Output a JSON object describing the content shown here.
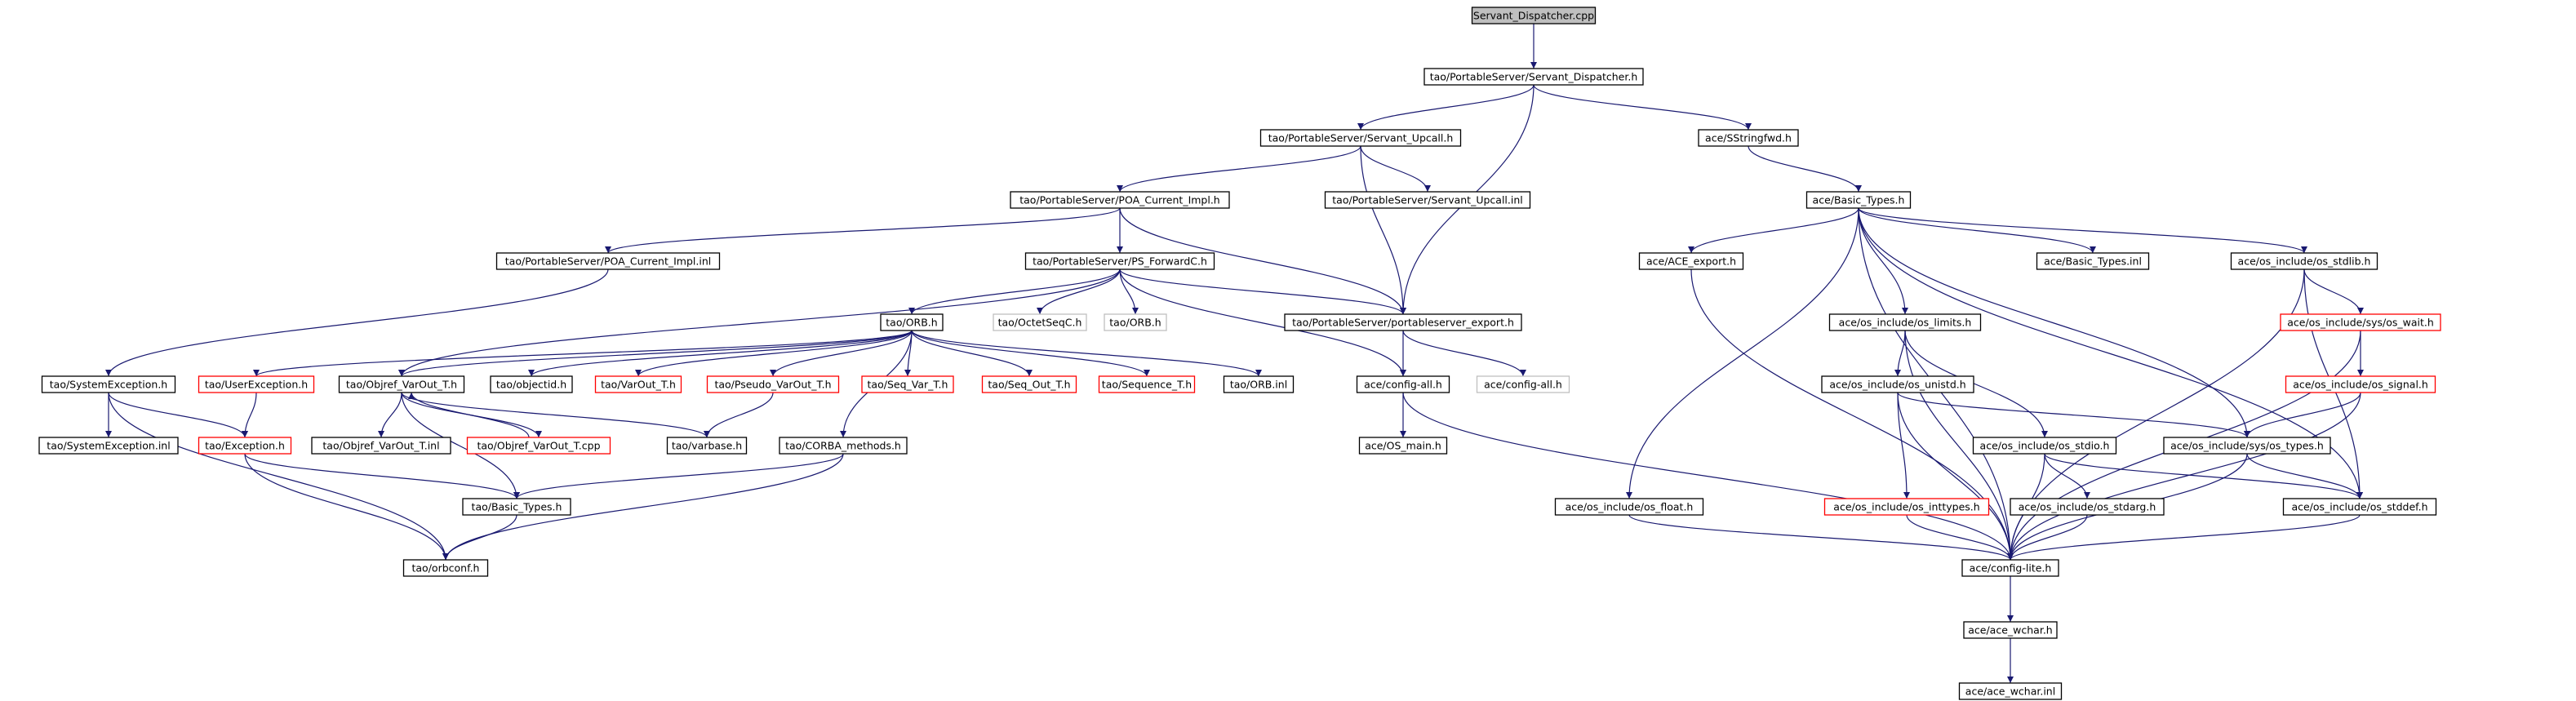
{
  "diagram": {
    "title": "",
    "palette": {
      "edge": "#191970",
      "normal_border": "#000000",
      "truncated_border": "#ff0000",
      "external_border": "#bfbfbf",
      "root_fill": "#bfbfbf",
      "fill": "#ffffff"
    },
    "nodes": [
      {
        "id": "n_root",
        "label": "Servant_Dispatcher.cpp",
        "style": "root"
      },
      {
        "id": "n_sd_h",
        "label": "tao/PortableServer/Servant_Dispatcher.h",
        "style": "normal"
      },
      {
        "id": "n_su_h",
        "label": "tao/PortableServer/Servant_Upcall.h",
        "style": "normal"
      },
      {
        "id": "n_ssfwd",
        "label": "ace/SStringfwd.h",
        "style": "normal"
      },
      {
        "id": "n_pci_h",
        "label": "tao/PortableServer/POA_Current_Impl.h",
        "style": "normal"
      },
      {
        "id": "n_su_inl",
        "label": "tao/PortableServer/Servant_Upcall.inl",
        "style": "normal"
      },
      {
        "id": "n_abt_h",
        "label": "ace/Basic_Types.h",
        "style": "normal"
      },
      {
        "id": "n_pci_inl",
        "label": "tao/PortableServer/POA_Current_Impl.inl",
        "style": "normal"
      },
      {
        "id": "n_psfc_h",
        "label": "tao/PortableServer/PS_ForwardC.h",
        "style": "normal"
      },
      {
        "id": "n_aceexp",
        "label": "ace/ACE_export.h",
        "style": "normal"
      },
      {
        "id": "n_abt_inl",
        "label": "ace/Basic_Types.inl",
        "style": "normal"
      },
      {
        "id": "n_stdlib",
        "label": "ace/os_include/os_stdlib.h",
        "style": "normal"
      },
      {
        "id": "n_orb_h",
        "label": "tao/ORB.h",
        "style": "normal"
      },
      {
        "id": "n_octet",
        "label": "tao/OctetSeqC.h",
        "style": "external"
      },
      {
        "id": "n_orb_h2",
        "label": "tao/ORB.h",
        "style": "external"
      },
      {
        "id": "n_psexp",
        "label": "tao/PortableServer/portableserver_export.h",
        "style": "normal"
      },
      {
        "id": "n_limits",
        "label": "ace/os_include/os_limits.h",
        "style": "normal"
      },
      {
        "id": "n_wait",
        "label": "ace/os_include/sys/os_wait.h",
        "style": "truncated"
      },
      {
        "id": "n_sysexc_h",
        "label": "tao/SystemException.h",
        "style": "normal"
      },
      {
        "id": "n_userexc",
        "label": "tao/UserException.h",
        "style": "truncated"
      },
      {
        "id": "n_ovo_h",
        "label": "tao/Objref_VarOut_T.h",
        "style": "normal"
      },
      {
        "id": "n_objectid",
        "label": "tao/objectid.h",
        "style": "normal"
      },
      {
        "id": "n_varout",
        "label": "tao/VarOut_T.h",
        "style": "truncated"
      },
      {
        "id": "n_pseudo",
        "label": "tao/Pseudo_VarOut_T.h",
        "style": "truncated"
      },
      {
        "id": "n_seqvar",
        "label": "tao/Seq_Var_T.h",
        "style": "truncated"
      },
      {
        "id": "n_seqout",
        "label": "tao/Seq_Out_T.h",
        "style": "truncated"
      },
      {
        "id": "n_seq_t",
        "label": "tao/Sequence_T.h",
        "style": "truncated"
      },
      {
        "id": "n_orb_inl",
        "label": "tao/ORB.inl",
        "style": "normal"
      },
      {
        "id": "n_configall",
        "label": "ace/config-all.h",
        "style": "normal"
      },
      {
        "id": "n_configall2",
        "label": "ace/config-all.h",
        "style": "external"
      },
      {
        "id": "n_unistd",
        "label": "ace/os_include/os_unistd.h",
        "style": "normal"
      },
      {
        "id": "n_signal",
        "label": "ace/os_include/os_signal.h",
        "style": "truncated"
      },
      {
        "id": "n_sysexc_inl",
        "label": "tao/SystemException.inl",
        "style": "normal"
      },
      {
        "id": "n_exc_h",
        "label": "tao/Exception.h",
        "style": "truncated"
      },
      {
        "id": "n_ovo_inl",
        "label": "tao/Objref_VarOut_T.inl",
        "style": "normal"
      },
      {
        "id": "n_ovo_cpp",
        "label": "tao/Objref_VarOut_T.cpp",
        "style": "truncated"
      },
      {
        "id": "n_varbase",
        "label": "tao/varbase.h",
        "style": "normal"
      },
      {
        "id": "n_corba",
        "label": "tao/CORBA_methods.h",
        "style": "normal"
      },
      {
        "id": "n_osmain",
        "label": "ace/OS_main.h",
        "style": "normal"
      },
      {
        "id": "n_stdio",
        "label": "ace/os_include/os_stdio.h",
        "style": "normal"
      },
      {
        "id": "n_systypes",
        "label": "ace/os_include/sys/os_types.h",
        "style": "normal"
      },
      {
        "id": "n_taobt",
        "label": "tao/Basic_Types.h",
        "style": "normal"
      },
      {
        "id": "n_float",
        "label": "ace/os_include/os_float.h",
        "style": "normal"
      },
      {
        "id": "n_inttypes",
        "label": "ace/os_include/os_inttypes.h",
        "style": "truncated"
      },
      {
        "id": "n_stdarg",
        "label": "ace/os_include/os_stdarg.h",
        "style": "normal"
      },
      {
        "id": "n_stddef",
        "label": "ace/os_include/os_stddef.h",
        "style": "normal"
      },
      {
        "id": "n_orbconf",
        "label": "tao/orbconf.h",
        "style": "normal"
      },
      {
        "id": "n_configlite",
        "label": "ace/config-lite.h",
        "style": "normal"
      },
      {
        "id": "n_wchar_h",
        "label": "ace/ace_wchar.h",
        "style": "normal"
      },
      {
        "id": "n_wchar_inl",
        "label": "ace/ace_wchar.inl",
        "style": "normal"
      }
    ],
    "edges": [
      {
        "from": "n_root",
        "to": "n_sd_h"
      },
      {
        "from": "n_sd_h",
        "to": "n_su_h"
      },
      {
        "from": "n_sd_h",
        "to": "n_ssfwd"
      },
      {
        "from": "n_sd_h",
        "to": "n_psexp"
      },
      {
        "from": "n_su_h",
        "to": "n_pci_h"
      },
      {
        "from": "n_su_h",
        "to": "n_su_inl"
      },
      {
        "from": "n_su_h",
        "to": "n_psexp"
      },
      {
        "from": "n_ssfwd",
        "to": "n_abt_h"
      },
      {
        "from": "n_pci_h",
        "to": "n_pci_inl"
      },
      {
        "from": "n_pci_h",
        "to": "n_psfc_h"
      },
      {
        "from": "n_pci_h",
        "to": "n_psexp"
      },
      {
        "from": "n_pci_inl",
        "to": "n_sysexc_h"
      },
      {
        "from": "n_psfc_h",
        "to": "n_orb_h"
      },
      {
        "from": "n_psfc_h",
        "to": "n_octet"
      },
      {
        "from": "n_psfc_h",
        "to": "n_orb_h2"
      },
      {
        "from": "n_psfc_h",
        "to": "n_psexp"
      },
      {
        "from": "n_psfc_h",
        "to": "n_ovo_h"
      },
      {
        "from": "n_psfc_h",
        "to": "n_configall"
      },
      {
        "from": "n_psexp",
        "to": "n_configall"
      },
      {
        "from": "n_psexp",
        "to": "n_configall2"
      },
      {
        "from": "n_abt_h",
        "to": "n_aceexp"
      },
      {
        "from": "n_abt_h",
        "to": "n_abt_inl"
      },
      {
        "from": "n_abt_h",
        "to": "n_stdlib"
      },
      {
        "from": "n_abt_h",
        "to": "n_limits"
      },
      {
        "from": "n_abt_h",
        "to": "n_float"
      },
      {
        "from": "n_abt_h",
        "to": "n_systypes"
      },
      {
        "from": "n_abt_h",
        "to": "n_configlite"
      },
      {
        "from": "n_abt_h",
        "to": "n_stddef"
      },
      {
        "from": "n_aceexp",
        "to": "n_configlite"
      },
      {
        "from": "n_stdlib",
        "to": "n_wait"
      },
      {
        "from": "n_stdlib",
        "to": "n_stddef"
      },
      {
        "from": "n_stdlib",
        "to": "n_configlite"
      },
      {
        "from": "n_wait",
        "to": "n_signal"
      },
      {
        "from": "n_wait",
        "to": "n_configlite"
      },
      {
        "from": "n_signal",
        "to": "n_systypes"
      },
      {
        "from": "n_signal",
        "to": "n_configlite"
      },
      {
        "from": "n_limits",
        "to": "n_unistd"
      },
      {
        "from": "n_limits",
        "to": "n_stdio"
      },
      {
        "from": "n_limits",
        "to": "n_configlite"
      },
      {
        "from": "n_unistd",
        "to": "n_systypes"
      },
      {
        "from": "n_unistd",
        "to": "n_inttypes"
      },
      {
        "from": "n_unistd",
        "to": "n_configlite"
      },
      {
        "from": "n_stdio",
        "to": "n_stdarg"
      },
      {
        "from": "n_stdio",
        "to": "n_stddef"
      },
      {
        "from": "n_stdio",
        "to": "n_configlite"
      },
      {
        "from": "n_systypes",
        "to": "n_stddef"
      },
      {
        "from": "n_systypes",
        "to": "n_configlite"
      },
      {
        "from": "n_inttypes",
        "to": "n_configlite"
      },
      {
        "from": "n_stdarg",
        "to": "n_configlite"
      },
      {
        "from": "n_stddef",
        "to": "n_configlite"
      },
      {
        "from": "n_float",
        "to": "n_configlite"
      },
      {
        "from": "n_configall",
        "to": "n_osmain"
      },
      {
        "from": "n_configall",
        "to": "n_configlite"
      },
      {
        "from": "n_configlite",
        "to": "n_wchar_h"
      },
      {
        "from": "n_wchar_h",
        "to": "n_wchar_inl"
      },
      {
        "from": "n_orb_h",
        "to": "n_userexc"
      },
      {
        "from": "n_orb_h",
        "to": "n_ovo_h"
      },
      {
        "from": "n_orb_h",
        "to": "n_objectid"
      },
      {
        "from": "n_orb_h",
        "to": "n_varout"
      },
      {
        "from": "n_orb_h",
        "to": "n_pseudo"
      },
      {
        "from": "n_orb_h",
        "to": "n_seqvar"
      },
      {
        "from": "n_orb_h",
        "to": "n_seqout"
      },
      {
        "from": "n_orb_h",
        "to": "n_seq_t"
      },
      {
        "from": "n_orb_h",
        "to": "n_orb_inl"
      },
      {
        "from": "n_orb_h",
        "to": "n_corba"
      },
      {
        "from": "n_sysexc_h",
        "to": "n_sysexc_inl"
      },
      {
        "from": "n_sysexc_h",
        "to": "n_exc_h"
      },
      {
        "from": "n_sysexc_h",
        "to": "n_orbconf"
      },
      {
        "from": "n_userexc",
        "to": "n_exc_h"
      },
      {
        "from": "n_exc_h",
        "to": "n_taobt"
      },
      {
        "from": "n_exc_h",
        "to": "n_orbconf"
      },
      {
        "from": "n_ovo_h",
        "to": "n_ovo_inl"
      },
      {
        "from": "n_ovo_h",
        "to": "n_ovo_cpp"
      },
      {
        "from": "n_ovo_h",
        "to": "n_varbase"
      },
      {
        "from": "n_ovo_h",
        "to": "n_taobt"
      },
      {
        "from": "n_ovo_cpp",
        "to": "n_ovo_h"
      },
      {
        "from": "n_pseudo",
        "to": "n_varbase"
      },
      {
        "from": "n_corba",
        "to": "n_taobt"
      },
      {
        "from": "n_corba",
        "to": "n_orbconf"
      },
      {
        "from": "n_taobt",
        "to": "n_orbconf"
      }
    ]
  }
}
